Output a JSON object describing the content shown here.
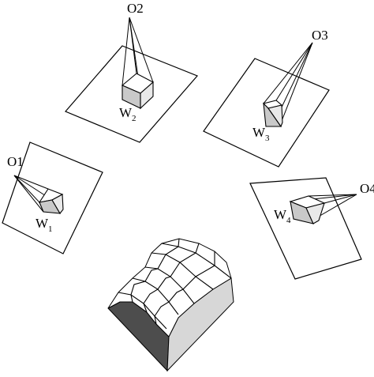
{
  "labels": {
    "o1": "O1",
    "o2": "O2",
    "o3": "O3",
    "o4": "O4",
    "w1": {
      "main": "W",
      "sub": "1"
    },
    "w2": {
      "main": "W",
      "sub": "2"
    },
    "w3": {
      "main": "W",
      "sub": "3"
    },
    "w4": {
      "main": "W",
      "sub": "4"
    }
  }
}
